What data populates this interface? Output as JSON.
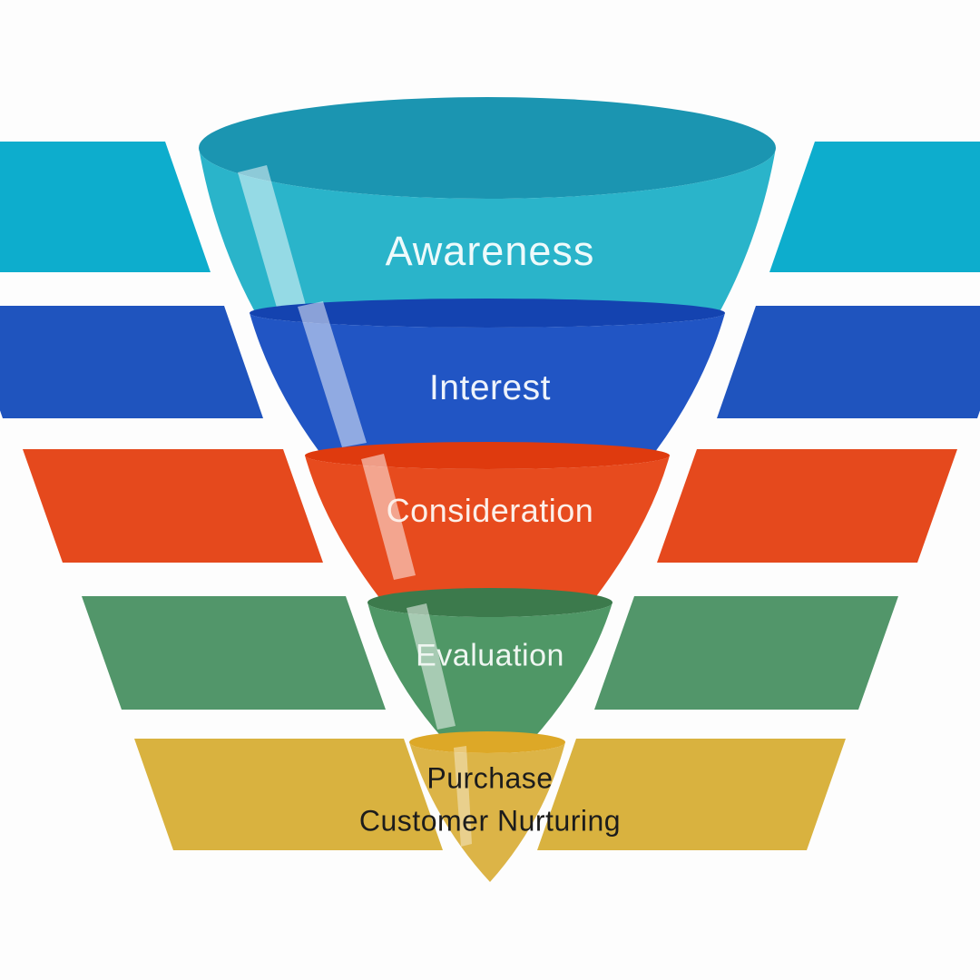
{
  "diagram": {
    "type": "marketing-funnel",
    "background_color": "#fdfdfd",
    "highlight_ribbon_color": "#ffffff",
    "stages": [
      {
        "id": "awareness",
        "label": "Awareness",
        "label_color": "#eefafb",
        "lip_color": "#1b95b1",
        "body_color": "#2ab4ca",
        "band_color": "#0dadcd"
      },
      {
        "id": "interest",
        "label": "Interest",
        "label_color": "#eef3fb",
        "lip_color": "#1443b0",
        "body_color": "#2155c4",
        "band_color": "#1f54be"
      },
      {
        "id": "consideration",
        "label": "Consideration",
        "label_color": "#fcefe9",
        "lip_color": "#df3a0e",
        "body_color": "#e74b1e",
        "band_color": "#e5491d"
      },
      {
        "id": "evaluation",
        "label": "Evaluation",
        "label_color": "#eff6f1",
        "lip_color": "#3c7a4c",
        "body_color": "#4f9766",
        "band_color": "#52966a"
      },
      {
        "id": "purchase",
        "label": "Purchase",
        "label2": "Customer Nurturing",
        "label_color": "#1c1c1c",
        "lip_color": "#dda827",
        "body_color": "#dcb447",
        "band_color": "#d9b23f"
      }
    ]
  }
}
